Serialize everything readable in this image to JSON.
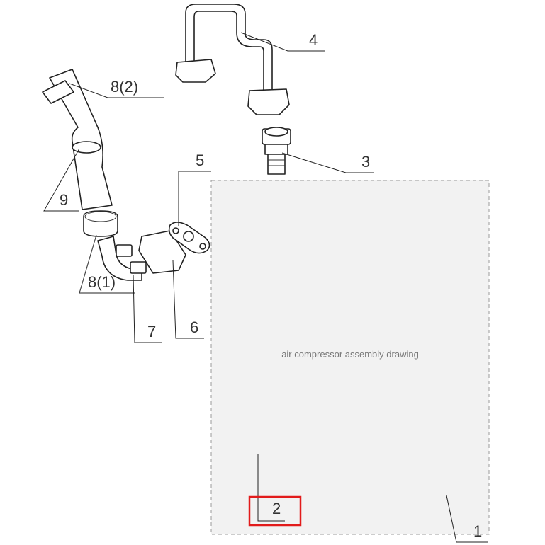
{
  "diagram": {
    "placeholder_label": "air compressor assembly drawing",
    "highlight_color": "#e21b1b",
    "callouts": {
      "c1": "1",
      "c2": "2",
      "c3": "3",
      "c4": "4",
      "c5": "5",
      "c6": "6",
      "c7": "7",
      "c8_1": "8(1)",
      "c8_2": "8(2)",
      "c9": "9"
    }
  }
}
